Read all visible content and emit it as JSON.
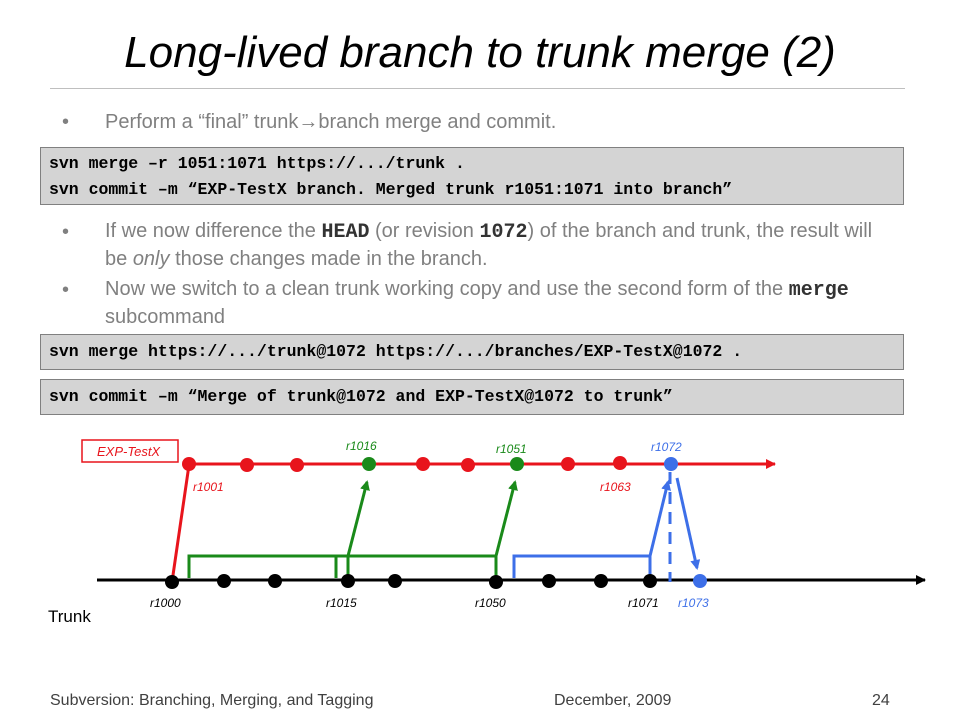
{
  "title": "Long-lived branch to trunk merge (2)",
  "bullets": {
    "b1": {
      "pre": "Perform a “final” trunk",
      "arrow": "→",
      "post": "branch merge and commit."
    },
    "b2": {
      "p1": "If we now difference the ",
      "head": "HEAD",
      "p2": " (or revision ",
      "rev": "1072",
      "p3": ") of the branch and trunk, the result will be ",
      "only": "only",
      "p4": " those changes made in the branch."
    },
    "b3": {
      "p1": "Now we switch to a clean trunk working copy and use the second form of the ",
      "merge": "merge",
      "p2": " subcommand"
    }
  },
  "commands": {
    "box1_line1": "svn merge –r 1051:1071 https://.../trunk .",
    "box1_line2": "svn commit –m “EXP-TestX branch. Merged trunk r1051:1071 into branch”",
    "box2": "svn merge https://.../trunk@1072 https://.../branches/EXP-TestX@1072 .",
    "box3": "svn commit –m “Merge of trunk@1072 and EXP-TestX@1072 to trunk”"
  },
  "diagram": {
    "branch_name": "EXP-TestX",
    "trunk_label": "Trunk",
    "branch_labels": {
      "r1001": "r1001",
      "r1016": "r1016",
      "r1051": "r1051",
      "r1063": "r1063",
      "r1072": "r1072"
    },
    "trunk_labels": {
      "r1000": "r1000",
      "r1015": "r1015",
      "r1050": "r1050",
      "r1071": "r1071",
      "r1073": "r1073"
    },
    "colors": {
      "branch": "#e8141c",
      "merge_green": "#1a8a1a",
      "merge_blue": "#3d6fe8",
      "trunk": "#000000"
    }
  },
  "footer": {
    "left": "Subversion: Branching, Merging, and Tagging",
    "center": "December, 2009",
    "page": "24"
  }
}
